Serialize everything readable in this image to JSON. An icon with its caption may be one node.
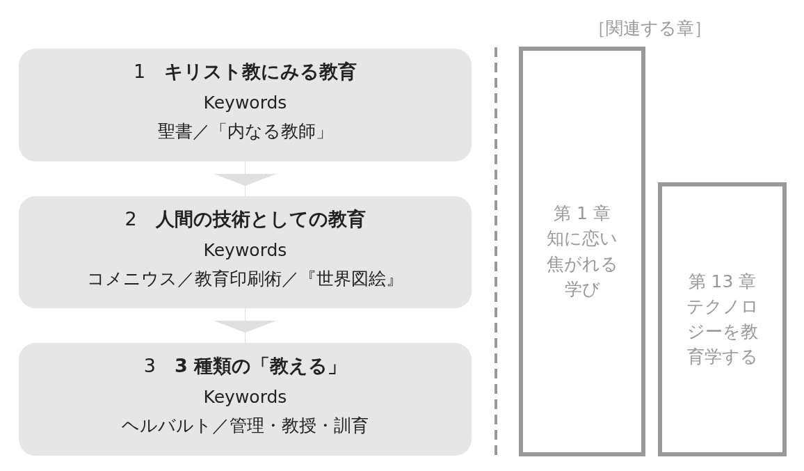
{
  "diagram": {
    "nodes": [
      {
        "text": [
          "1　**キリスト教にみる教育**",
          "Keywords",
          "聖書／「内なる教師」"
        ]
      },
      {
        "text": [
          "2　**人間の技術としての教育**",
          "Keywords",
          "コメニウス／教育印刷術／『世界図絵』"
        ]
      },
      {
        "text": [
          "3　**3 種類の「教える」**",
          "Keywords",
          "ヘルバルト／管理・教授・訓育"
        ]
      },
      {
        "text": [
          "第 1 章",
          "知に恋い焦がれる学び"
        ]
      },
      {
        "text": [
          "第 13 章",
          "テクノロジーを教育学する"
        ]
      }
    ],
    "edges": [
      {
        "from": 0,
        "to": 1,
        "arrow": "to"
      },
      {
        "from": 1,
        "to": 2,
        "arrow": "to"
      }
    ],
    "labels": [
      "［関連する章］"
    ]
  }
}
